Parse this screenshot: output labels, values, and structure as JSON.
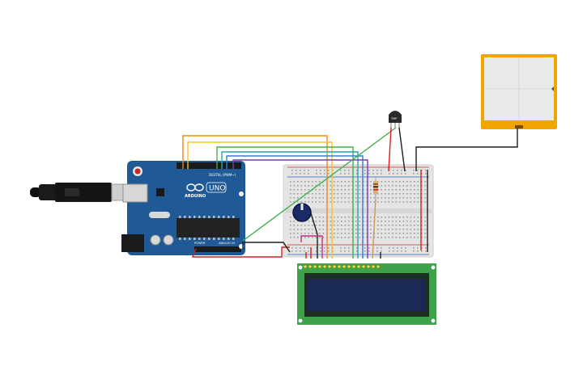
{
  "arduino": {
    "logo": "ARDUINO",
    "model": "UNO",
    "digital_label": "DIGITAL (PWM~)",
    "power_label": "POWER",
    "analog_label": "ANALOG IN",
    "board_color": "#1f5a96",
    "chip_color": "#222222"
  },
  "sensor": {
    "label": "TMP"
  },
  "breadboard": {
    "hole_color": "#9a9a9a",
    "rail_red": "#d62828",
    "rail_blue": "#2d62c8"
  },
  "lcd": {
    "pcb_color": "#3fa14a",
    "screen_color": "#1a2a55"
  },
  "plotter": {
    "frame_color": "#f0a500",
    "screen_color": "#e9eaea"
  },
  "colors": {
    "wire_orange": "#f08a1c",
    "wire_yellow": "#f2c81c",
    "wire_green": "#40b04a",
    "wire_teal": "#25a8a8",
    "wire_blue": "#2f7fd6",
    "wire_purple": "#7a3aa8",
    "wire_red": "#d42020",
    "wire_black": "#1e1e1e",
    "wire_pink": "#c8307a"
  }
}
